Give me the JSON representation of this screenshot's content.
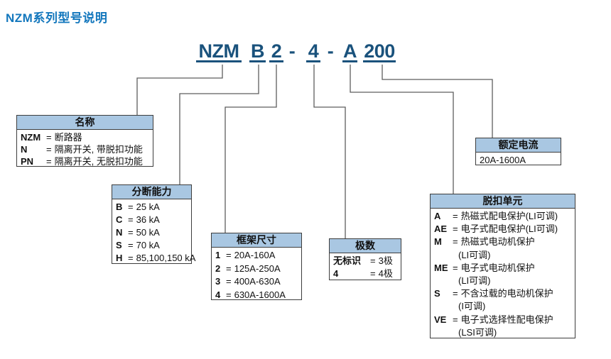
{
  "page": {
    "title": "NZM系列型号说明"
  },
  "equals": "=",
  "model": {
    "segments": [
      {
        "text": "NZM"
      },
      {
        "text": "B"
      },
      {
        "text": "2"
      },
      {
        "text": "-"
      },
      {
        "text": "4"
      },
      {
        "text": "-"
      },
      {
        "text": "A"
      },
      {
        "text": "200"
      }
    ]
  },
  "boxes": {
    "name": {
      "title": "名称",
      "rows": [
        {
          "code": "NZM",
          "value": "断路器"
        },
        {
          "code": "N",
          "value": "隔离开关, 带脱扣功能"
        },
        {
          "code": "PN",
          "value": "隔离开关, 无脱扣功能"
        }
      ]
    },
    "breaking": {
      "title": "分断能力",
      "rows": [
        {
          "code": "B",
          "value": "25 kA"
        },
        {
          "code": "C",
          "value": "36 kA"
        },
        {
          "code": "N",
          "value": "50 kA"
        },
        {
          "code": "S",
          "value": "70 kA"
        },
        {
          "code": "H",
          "value": "85,100,150 kA"
        }
      ]
    },
    "frame": {
      "title": "框架尺寸",
      "rows": [
        {
          "code": "1",
          "value": "20A-160A"
        },
        {
          "code": "2",
          "value": "125A-250A"
        },
        {
          "code": "3",
          "value": "400A-630A"
        },
        {
          "code": "4",
          "value": "630A-1600A"
        }
      ]
    },
    "poles": {
      "title": "极数",
      "rows": [
        {
          "code": "无标识",
          "value": "3极"
        },
        {
          "code": "4",
          "value": "4极"
        }
      ]
    },
    "trip": {
      "title": "脱扣单元",
      "rows": [
        {
          "code": "A",
          "value": "热磁式配电保护(LI可调)",
          "value2": ""
        },
        {
          "code": "AE",
          "value": "电子式配电保护(LI可调)",
          "value2": ""
        },
        {
          "code": "M",
          "value": "热磁式电动机保护",
          "value2": "(LI可调)"
        },
        {
          "code": "ME",
          "value": "电子式电动机保护",
          "value2": "(LI可调)"
        },
        {
          "code": "S",
          "value": "不含过载的电动机保护",
          "value2": "(I可调)"
        },
        {
          "code": "VE",
          "value": "电子式选择性配电保护",
          "value2": "(LSI可调)"
        }
      ]
    },
    "current": {
      "title": "额定电流",
      "rows": [
        {
          "value": "20A-1600A"
        }
      ]
    }
  },
  "colors": {
    "title_blue": "#1377bd",
    "model_navy": "#1a527c",
    "header_fill": "#a9c7e2",
    "box_border": "#3d3d3d",
    "connector_gray": "#5d5d5d"
  }
}
